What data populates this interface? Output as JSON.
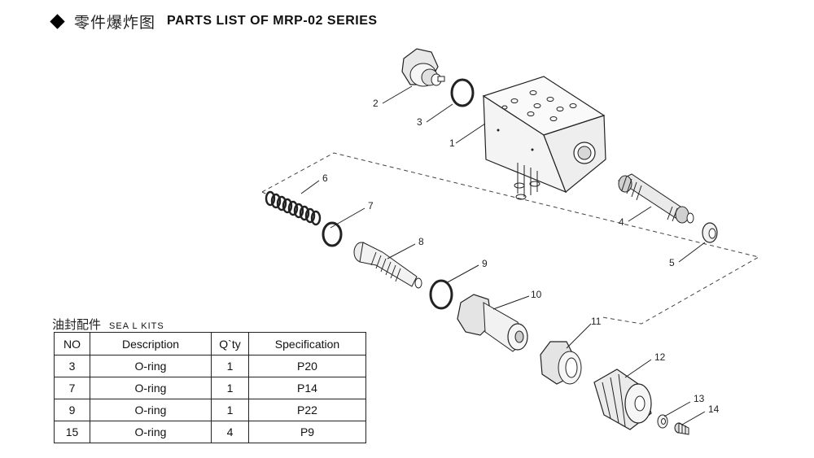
{
  "header": {
    "title_cn": "零件爆炸图",
    "title_en": "PARTS LIST OF MRP-02 SERIES"
  },
  "callouts": [
    "1",
    "2",
    "3",
    "4",
    "5",
    "6",
    "7",
    "8",
    "9",
    "10",
    "11",
    "12",
    "13",
    "14"
  ],
  "seal_kits": {
    "title_cn": "油封配件",
    "title_en": "SEA L KITS",
    "headers": [
      "NO",
      "Description",
      "Q`ty",
      "Specification"
    ],
    "rows": [
      {
        "no": "3",
        "description": "O-ring",
        "qty": "1",
        "spec": "P20"
      },
      {
        "no": "7",
        "description": "O-ring",
        "qty": "1",
        "spec": "P14"
      },
      {
        "no": "9",
        "description": "O-ring",
        "qty": "1",
        "spec": "P22"
      },
      {
        "no": "15",
        "description": "O-ring",
        "qty": "4",
        "spec": "P9"
      }
    ]
  }
}
